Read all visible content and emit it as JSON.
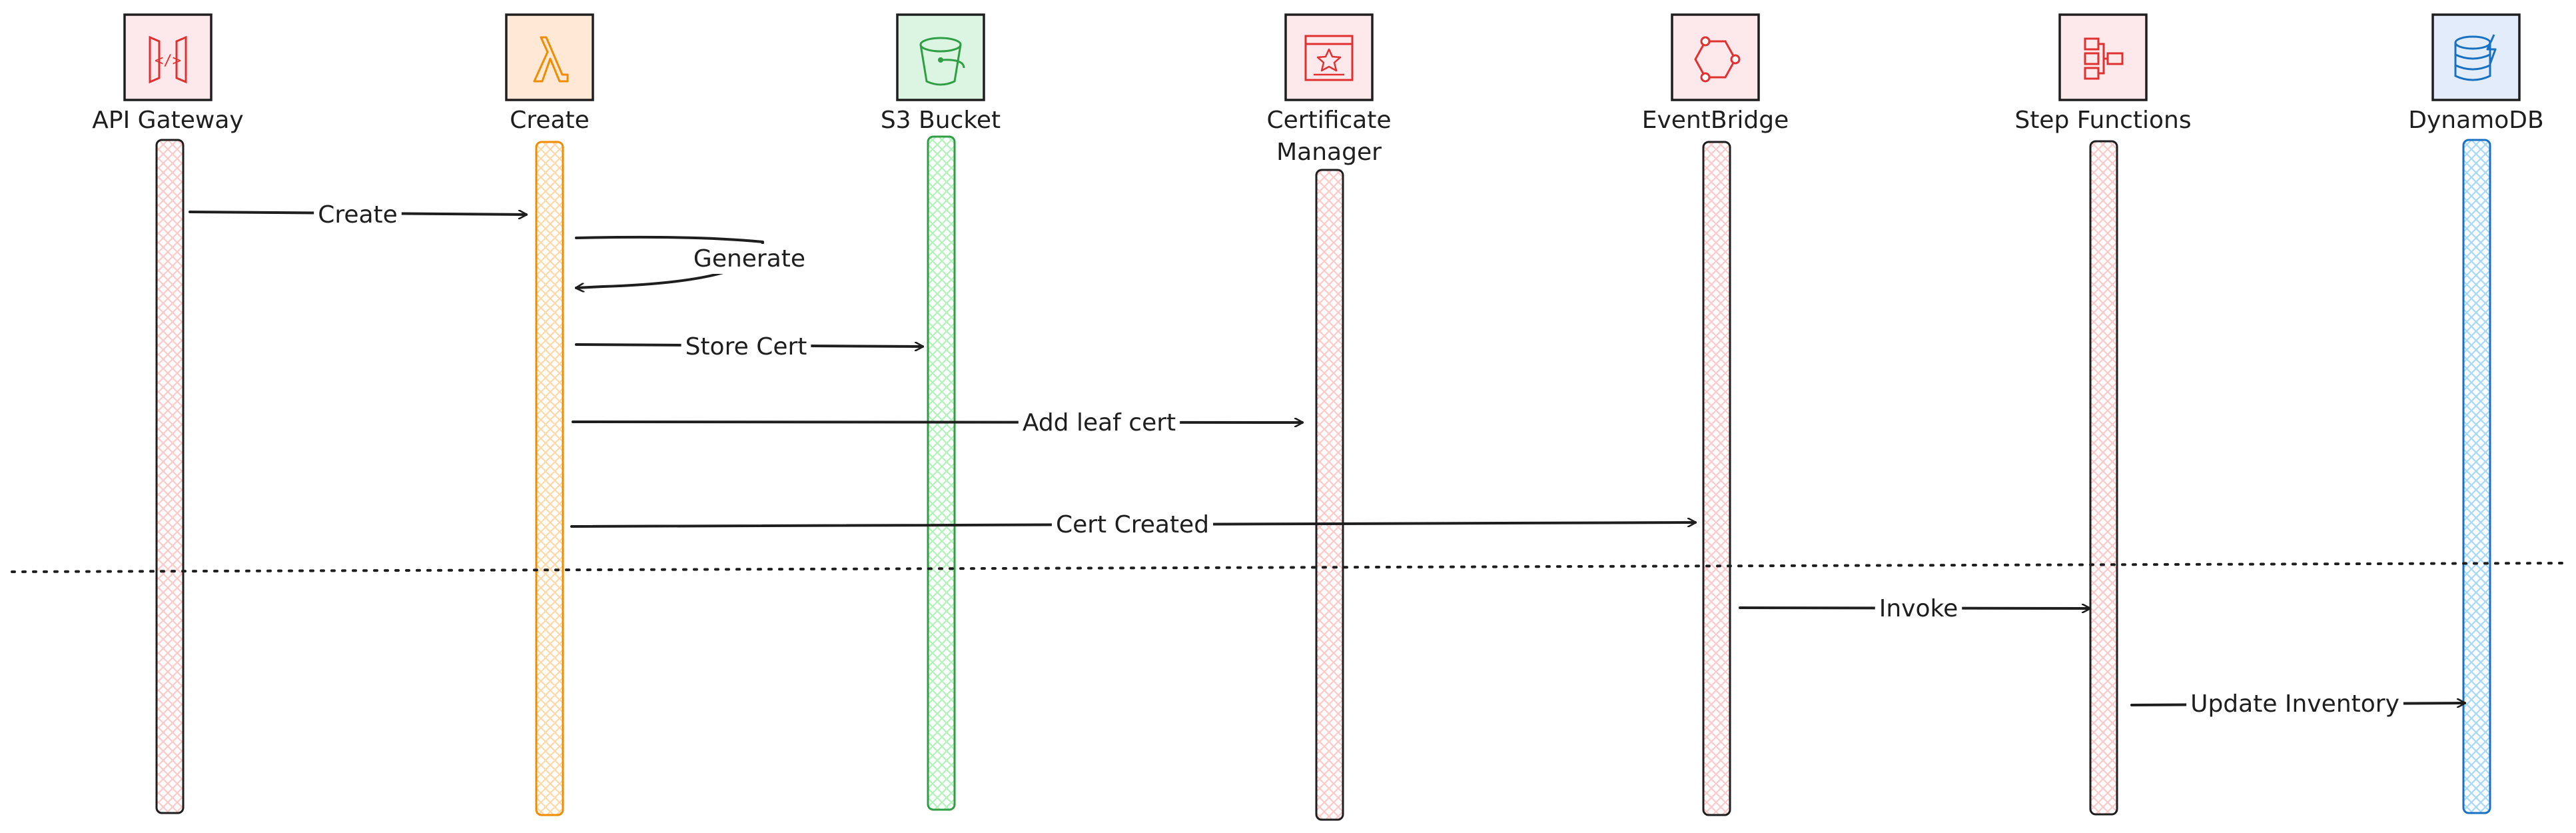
{
  "participants": [
    {
      "id": "api-gateway",
      "label": "API Gateway",
      "icon": "api-gateway-icon",
      "color": "#e03131",
      "fill": "#ffc9c9",
      "icon_bg": "#fde8ec"
    },
    {
      "id": "create",
      "label": "Create",
      "icon": "lambda-icon",
      "color": "#f08c00",
      "fill": "#ffd8a8",
      "icon_bg": "#ffe8d6"
    },
    {
      "id": "s3-bucket",
      "label": "S3 Bucket",
      "icon": "bucket-icon",
      "color": "#2f9e44",
      "fill": "#b2f2bb",
      "icon_bg": "#dcf5e3"
    },
    {
      "id": "certificate-manager",
      "label": "Certificate Manager",
      "label_lines": [
        "Certificate",
        "Manager"
      ],
      "icon": "certificate-icon",
      "color": "#e03131",
      "fill": "#ffc9c9",
      "icon_bg": "#fde8ec"
    },
    {
      "id": "eventbridge",
      "label": "EventBridge",
      "icon": "eventbridge-icon",
      "color": "#e03131",
      "fill": "#ffc9c9",
      "icon_bg": "#fde8ec"
    },
    {
      "id": "step-functions",
      "label": "Step Functions",
      "icon": "step-functions-icon",
      "color": "#e03131",
      "fill": "#ffc9c9",
      "icon_bg": "#fde8ec"
    },
    {
      "id": "dynamodb",
      "label": "DynamoDB",
      "icon": "database-icon",
      "color": "#1971c2",
      "fill": "#a5d8ff",
      "icon_bg": "#e3ecfb"
    }
  ],
  "messages": [
    {
      "label": "Create",
      "from": "api-gateway",
      "to": "create"
    },
    {
      "label": "Generate",
      "from": "create",
      "to": "create",
      "self": true
    },
    {
      "label": "Store Cert",
      "from": "create",
      "to": "s3-bucket"
    },
    {
      "label": "Add leaf cert",
      "from": "create",
      "to": "certificate-manager"
    },
    {
      "label": "Cert Created",
      "from": "create",
      "to": "eventbridge"
    },
    {
      "label": "Invoke",
      "from": "eventbridge",
      "to": "step-functions"
    },
    {
      "label": "Update Inventory",
      "from": "step-functions",
      "to": "dynamodb"
    }
  ],
  "divider": {
    "style": "dotted",
    "after_message": "Cert Created"
  },
  "colors": {
    "ink": "#1e1e1e",
    "icon_border": "#1e1e1e"
  }
}
